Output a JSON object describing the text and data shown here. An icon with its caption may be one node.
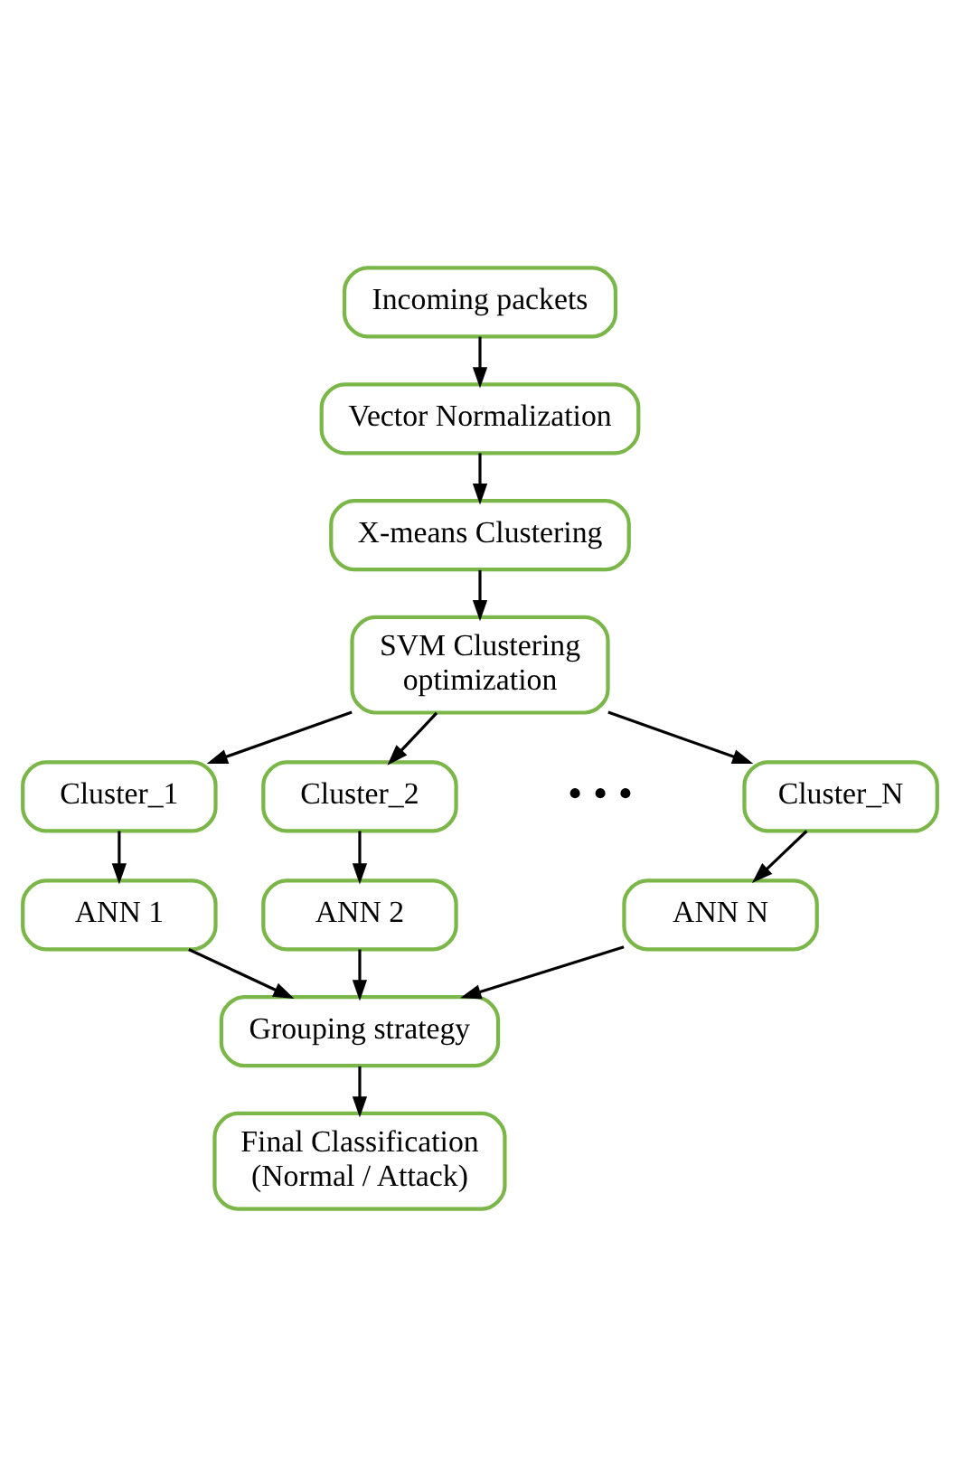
{
  "diagram": {
    "nodes": [
      {
        "text": [
          "Incoming packets"
        ]
      },
      {
        "text": [
          "Vector Normalization"
        ]
      },
      {
        "text": [
          "X-means Clustering"
        ]
      },
      {
        "text": [
          "SVM Clustering optimization"
        ]
      },
      {
        "text": [
          "Cluster_1"
        ]
      },
      {
        "text": [
          "Cluster_2"
        ]
      },
      {
        "text": [
          "Cluster_N"
        ]
      },
      {
        "text": [
          "ANN 1"
        ]
      },
      {
        "text": [
          "ANN 2"
        ]
      },
      {
        "text": [
          "ANN N"
        ]
      },
      {
        "text": [
          "Grouping strategy"
        ]
      },
      {
        "text": [
          "Final Classification (Normal / Attack)"
        ]
      }
    ],
    "edges": [
      {
        "from": 0,
        "to": 1,
        "arrow": "to"
      },
      {
        "from": 1,
        "to": 2,
        "arrow": "to"
      },
      {
        "from": 2,
        "to": 3,
        "arrow": "to"
      },
      {
        "from": 3,
        "to": 4,
        "arrow": "to"
      },
      {
        "from": 3,
        "to": 5,
        "arrow": "to"
      },
      {
        "from": 3,
        "to": 6,
        "arrow": "to"
      },
      {
        "from": 4,
        "to": 7,
        "arrow": "to"
      },
      {
        "from": 5,
        "to": 8,
        "arrow": "to"
      },
      {
        "from": 6,
        "to": 9,
        "arrow": "to"
      },
      {
        "from": 7,
        "to": 10,
        "arrow": "to"
      },
      {
        "from": 8,
        "to": 10,
        "arrow": "to"
      },
      {
        "from": 9,
        "to": 10,
        "arrow": "to"
      },
      {
        "from": 10,
        "to": 11,
        "arrow": "to"
      }
    ],
    "labels": [
      "• • •"
    ]
  }
}
